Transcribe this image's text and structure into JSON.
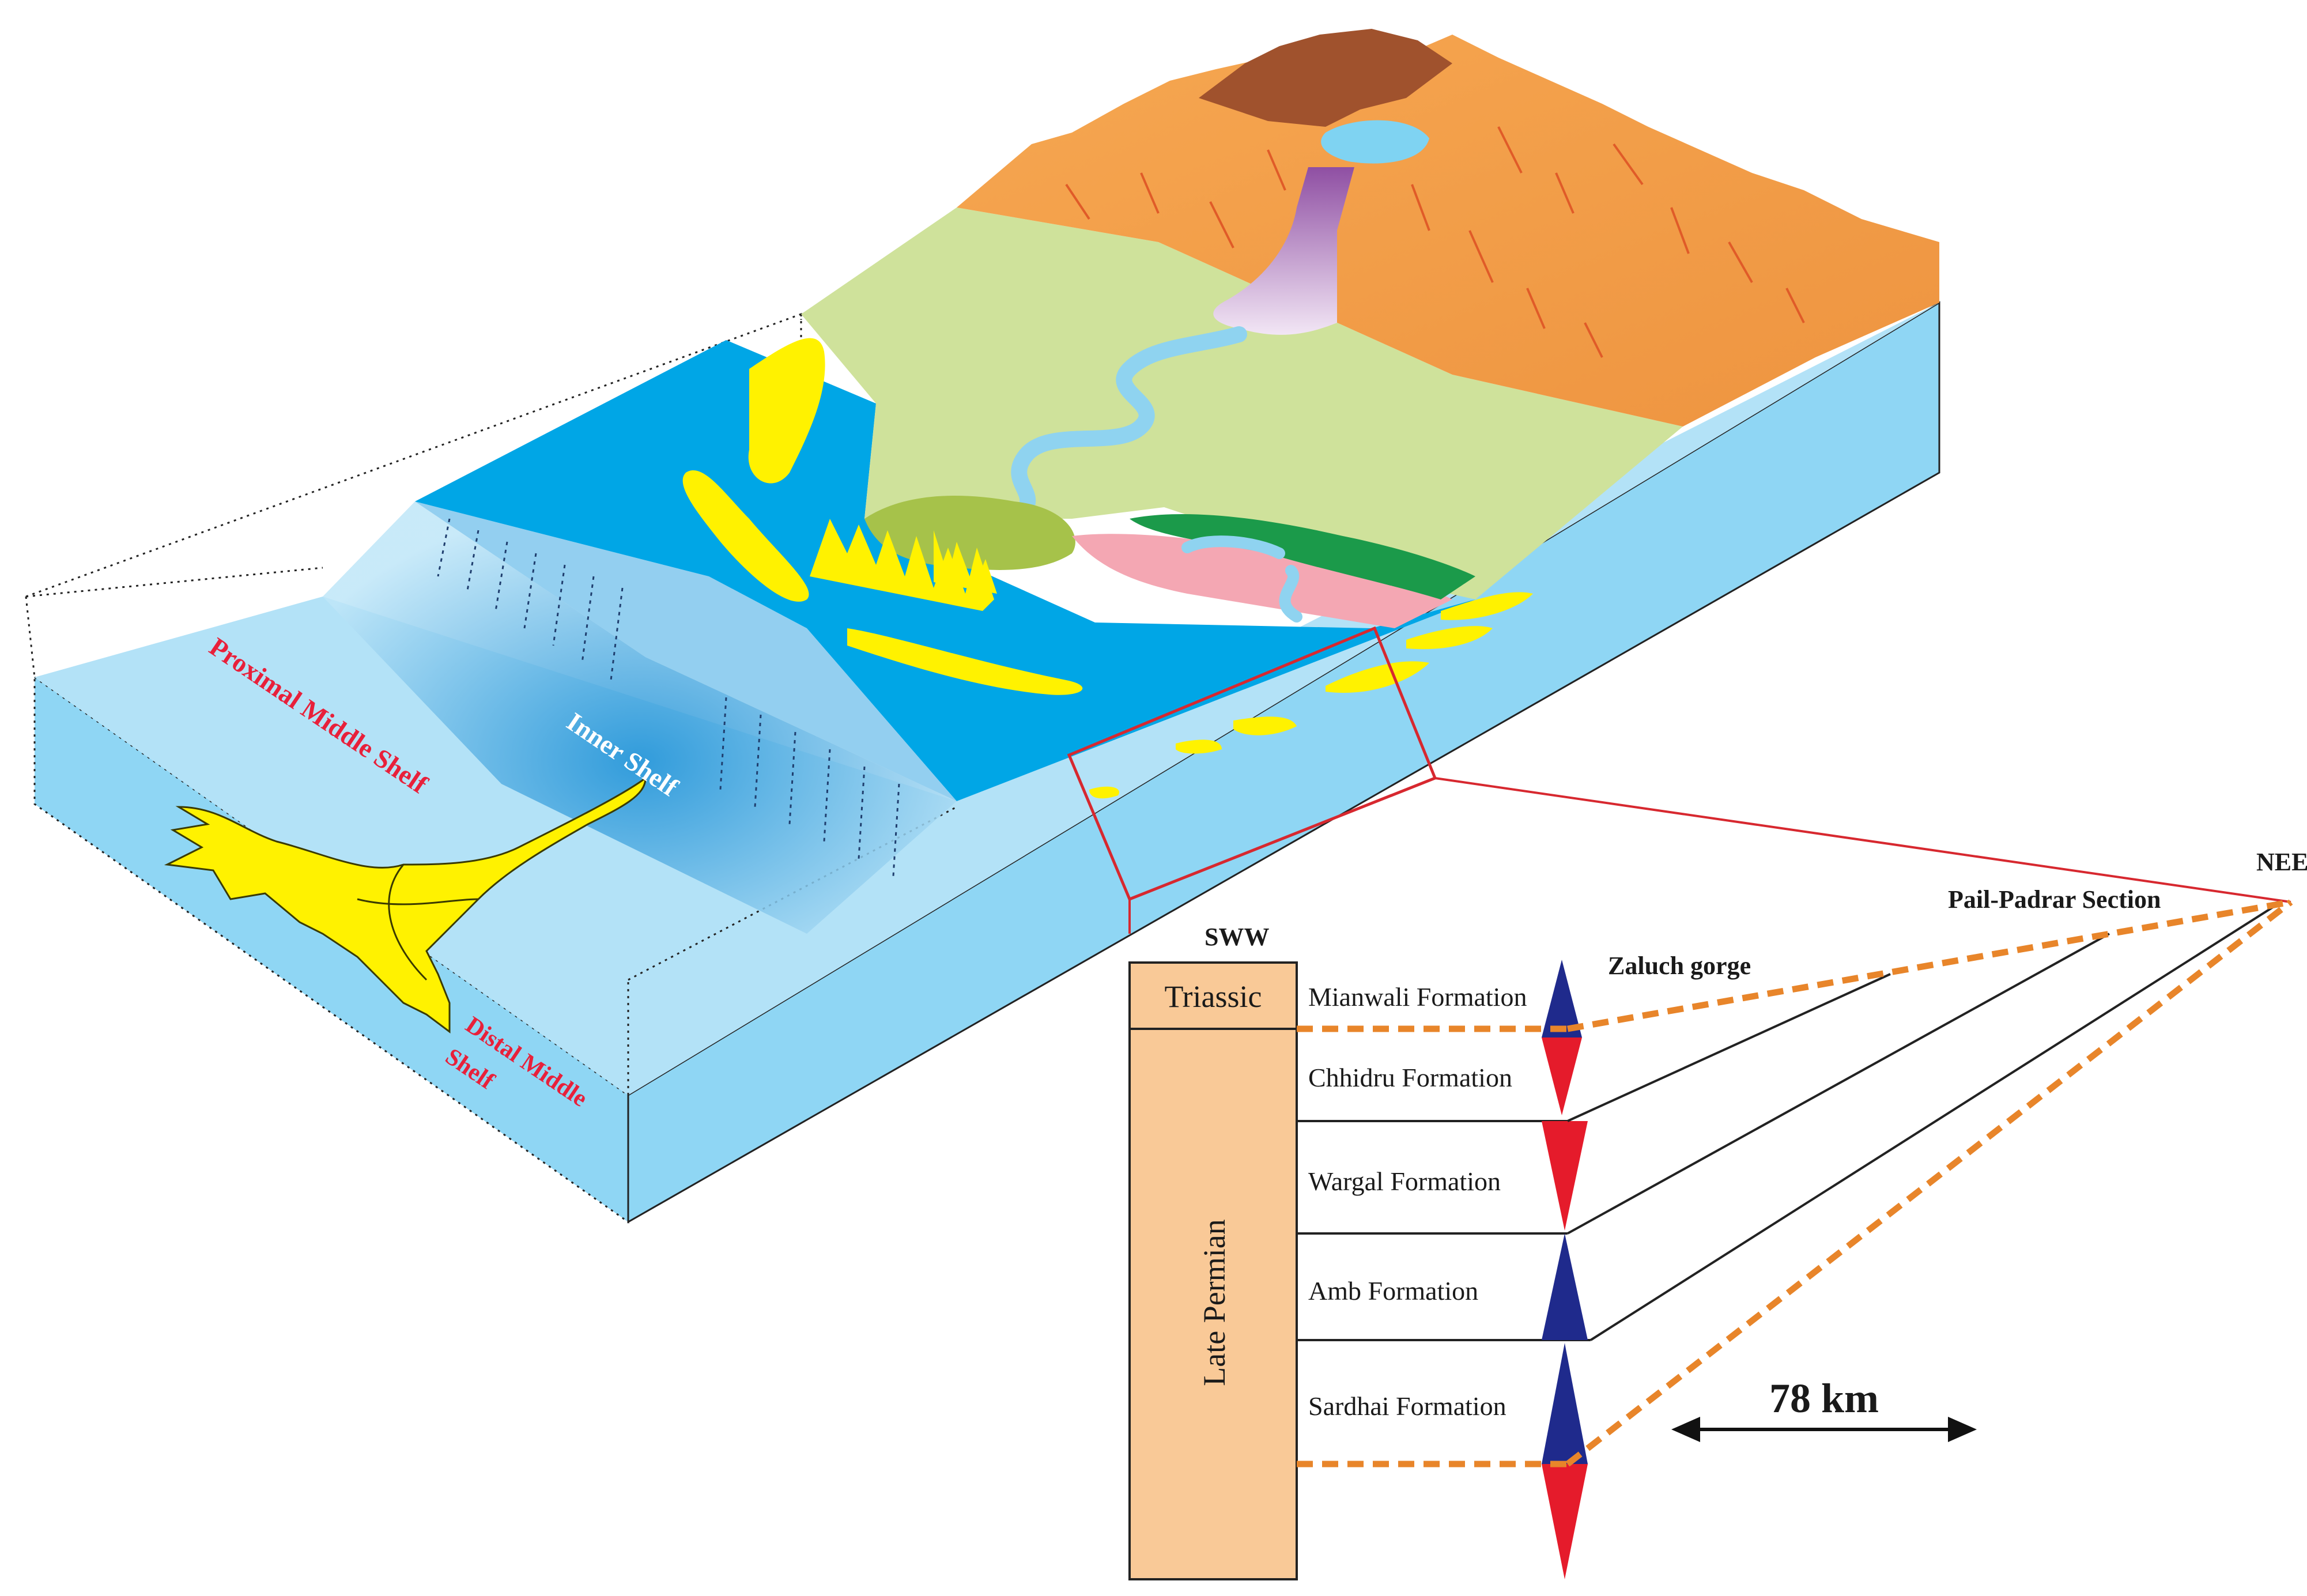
{
  "shelf_labels": {
    "proximal_middle_shelf": "Proximal Middle Shelf",
    "inner_shelf": "Inner Shelf",
    "distal_middle_line1": "Distal Middle",
    "distal_middle_line2": "Shelf"
  },
  "column": {
    "triassic": "Triassic",
    "late_permian": "Late Permian",
    "formations": [
      "Mianwali Formation",
      "Chhidru Formation",
      "Wargal Formation",
      "Amb Formation",
      "Sardhai Formation"
    ]
  },
  "section_labels": {
    "sww": "SWW",
    "nee": "NEE",
    "zaluch_gorge": "Zaluch gorge",
    "pail_padrar": "Pail-Padrar Section"
  },
  "scale": {
    "label": "78 km"
  },
  "colors": {
    "ocean_deep": "#00a6e6",
    "ocean_light": "#8ed8f5",
    "sand": "#fff200",
    "plain": "#cfe29b",
    "mountain": "#f5a04b",
    "column_fill": "#f9c997",
    "red_triangle": "#e51b2b",
    "blue_triangle": "#1f2a8c",
    "dashed_orange": "#e8852a"
  }
}
